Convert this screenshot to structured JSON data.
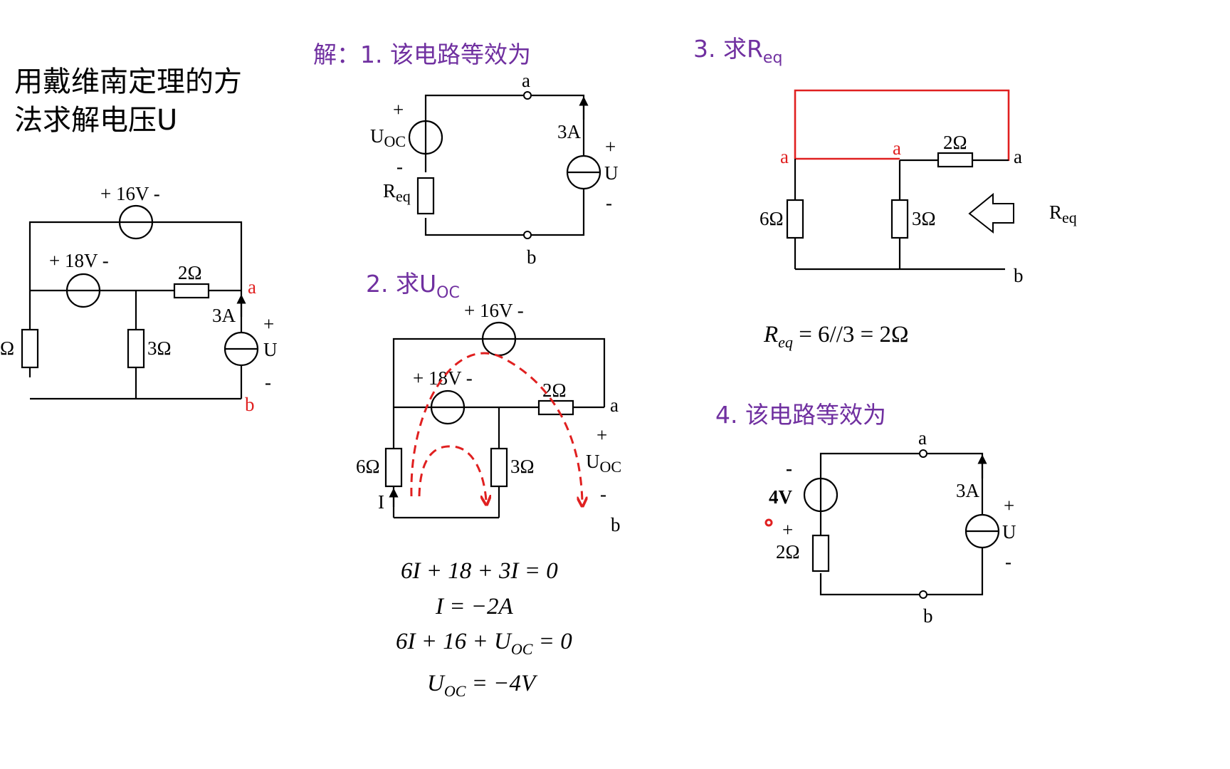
{
  "problem": {
    "title_line1": "用戴维南定理的方",
    "title_line2": "法求解电压U",
    "circuit": {
      "v16": "+ 16V -",
      "v18": "+ 18V -",
      "r2": "2Ω",
      "r6": "Ω",
      "r3": "3Ω",
      "node_a": "a",
      "node_b": "b",
      "i3a": "3A",
      "plus": "+",
      "u": "U",
      "minus": "-"
    }
  },
  "step1": {
    "title": "解：1. 该电路等效为",
    "uoc": "U",
    "uoc_sub": "OC",
    "plus": "+",
    "minus": "-",
    "req": "R",
    "req_sub": "eq",
    "node_a": "a",
    "node_b": "b",
    "i3a": "3A",
    "u_plus": "+",
    "u": "U",
    "u_minus": "-"
  },
  "step2": {
    "title": "2. 求U",
    "title_sub": "OC",
    "v16": "+ 16V -",
    "v18": "+ 18V -",
    "r2": "2Ω",
    "node_a": "a",
    "r6": "6Ω",
    "r3": "3Ω",
    "plus": "+",
    "uoc": "U",
    "uoc_sub": "OC",
    "minus": "-",
    "i_label": "I",
    "node_b": "b",
    "eq1": "6I + 18 + 3I = 0",
    "eq2": "I = −2A",
    "eq3_main": "6I + 16 + U",
    "eq3_sub": "OC",
    "eq3_end": " = 0",
    "eq4_main": "U",
    "eq4_sub": "OC",
    "eq4_end": " = −4V"
  },
  "step3": {
    "title": "3. 求R",
    "title_sub": "eq",
    "node_a_left": "a",
    "node_a_mid": "a",
    "node_a_right": "a",
    "r2": "2Ω",
    "r6": "6Ω",
    "r3": "3Ω",
    "req": "R",
    "req_sub": "eq",
    "node_b": "b",
    "result_main": "R",
    "result_sub": "eq",
    "result_end": " = 6//3 = 2Ω"
  },
  "step4": {
    "title": "4. 该电路等效为",
    "node_a": "a",
    "minus": "-",
    "v4": "4V",
    "plus": "+",
    "r2": "2Ω",
    "i3a": "3A",
    "u_plus": "+",
    "u": "U",
    "u_minus": "-",
    "node_b": "b"
  },
  "colors": {
    "step_title": "#7030a0",
    "highlight": "#e02020",
    "ink": "#000000"
  }
}
